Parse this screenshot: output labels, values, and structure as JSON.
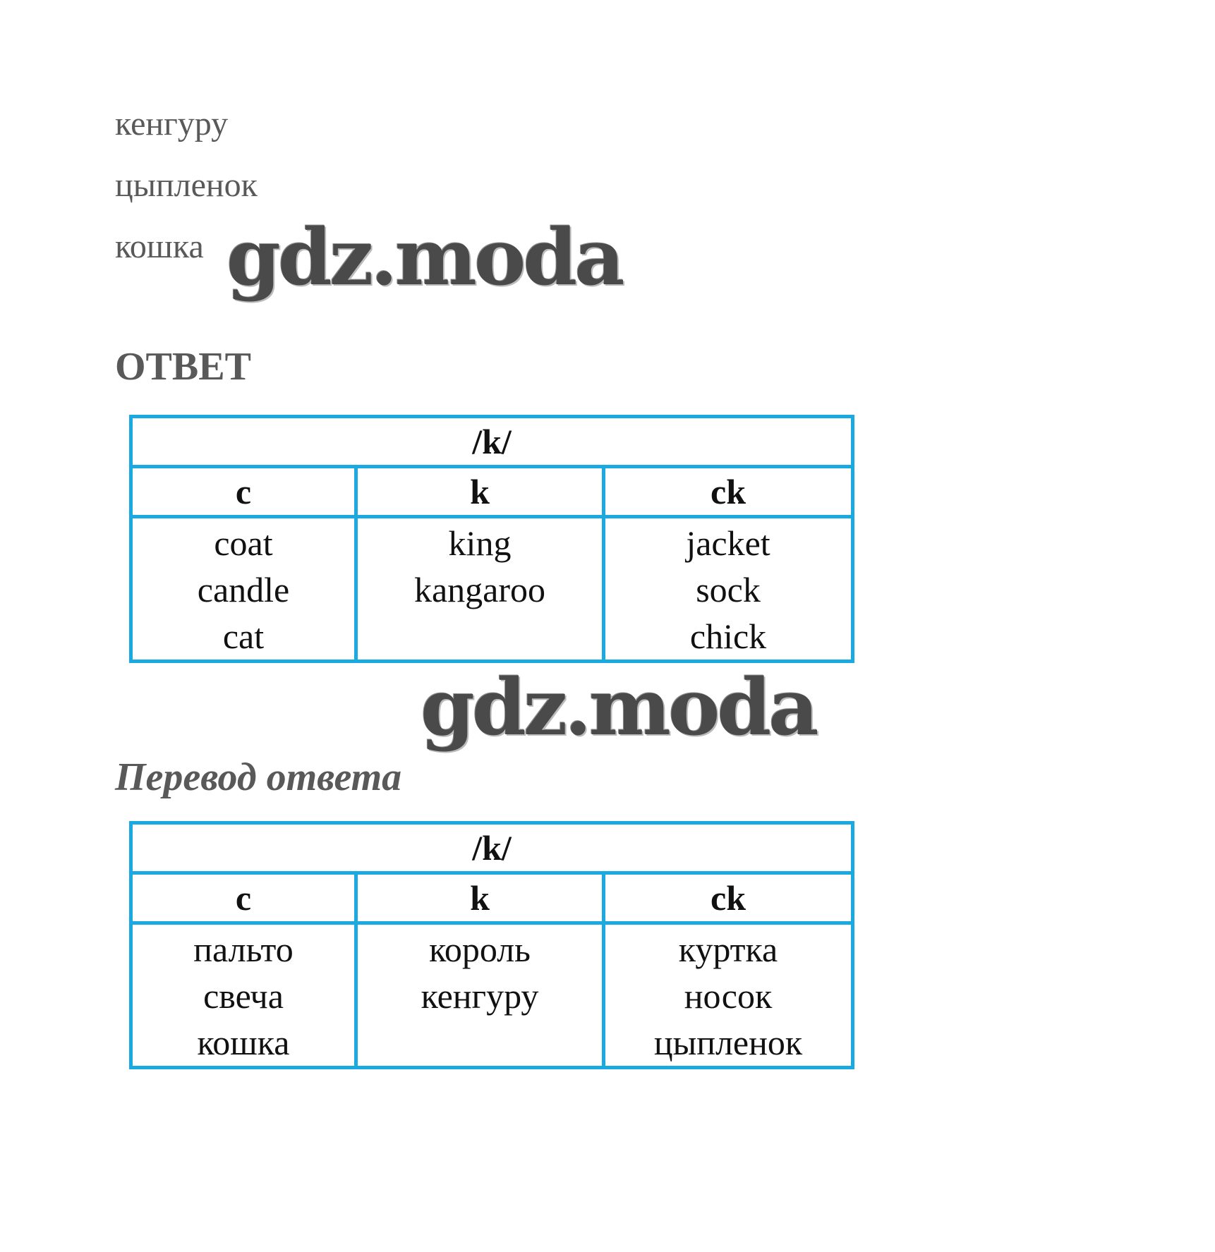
{
  "words": [
    "кенгуру",
    "цыпленок",
    "кошка"
  ],
  "watermark": "gdz.moda",
  "answer_heading": "ОТВЕТ",
  "translation_heading": "Перевод ответа",
  "border_color": "#1ba9e1",
  "table_answer": {
    "title": "/k/",
    "columns": [
      {
        "header": "c",
        "items": [
          "coat",
          "candle",
          "cat"
        ]
      },
      {
        "header": "k",
        "items": [
          "king",
          "kangaroo"
        ]
      },
      {
        "header": "ck",
        "items": [
          "jacket",
          "sock",
          "chick"
        ]
      }
    ]
  },
  "table_translation": {
    "title": "/k/",
    "columns": [
      {
        "header": "c",
        "items": [
          "пальто",
          "свеча",
          "кошка"
        ]
      },
      {
        "header": "k",
        "items": [
          "король",
          "кенгуру"
        ]
      },
      {
        "header": "ck",
        "items": [
          "куртка",
          "носок",
          "цыпленок"
        ]
      }
    ]
  }
}
